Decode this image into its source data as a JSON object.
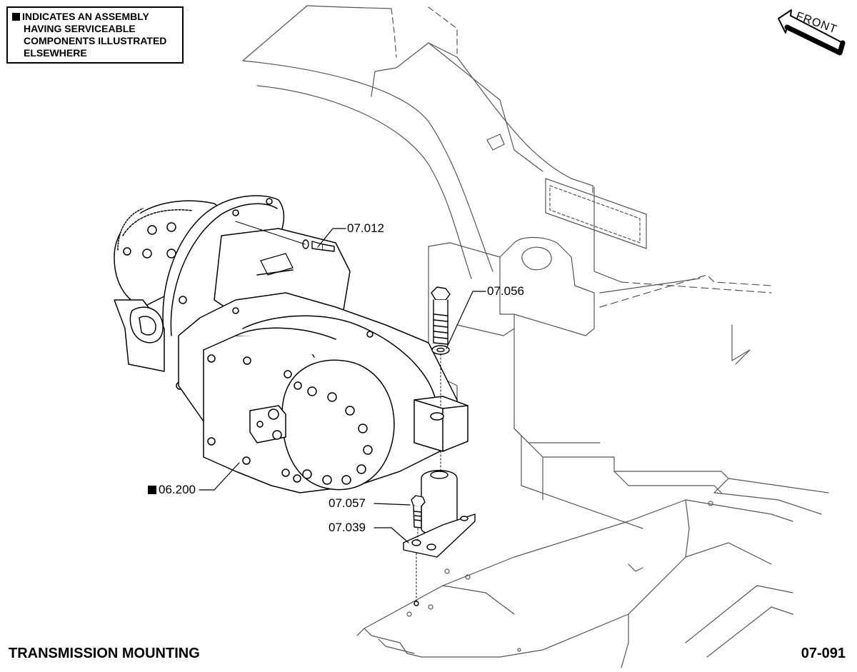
{
  "legend": {
    "lines": [
      "INDICATES AN ASSEMBLY",
      "HAVING SERVICEABLE",
      "COMPONENTS ILLUSTRATED",
      "ELSEWHERE"
    ]
  },
  "orientation": {
    "front_label": "FRONT"
  },
  "callouts": {
    "c1": "07.012",
    "c2": "07.056",
    "c3": "06.200",
    "c4": "07.057",
    "c5": "07.039"
  },
  "footer": {
    "title": "TRANSMISSION MOUNTING",
    "page_number": "07-091"
  }
}
